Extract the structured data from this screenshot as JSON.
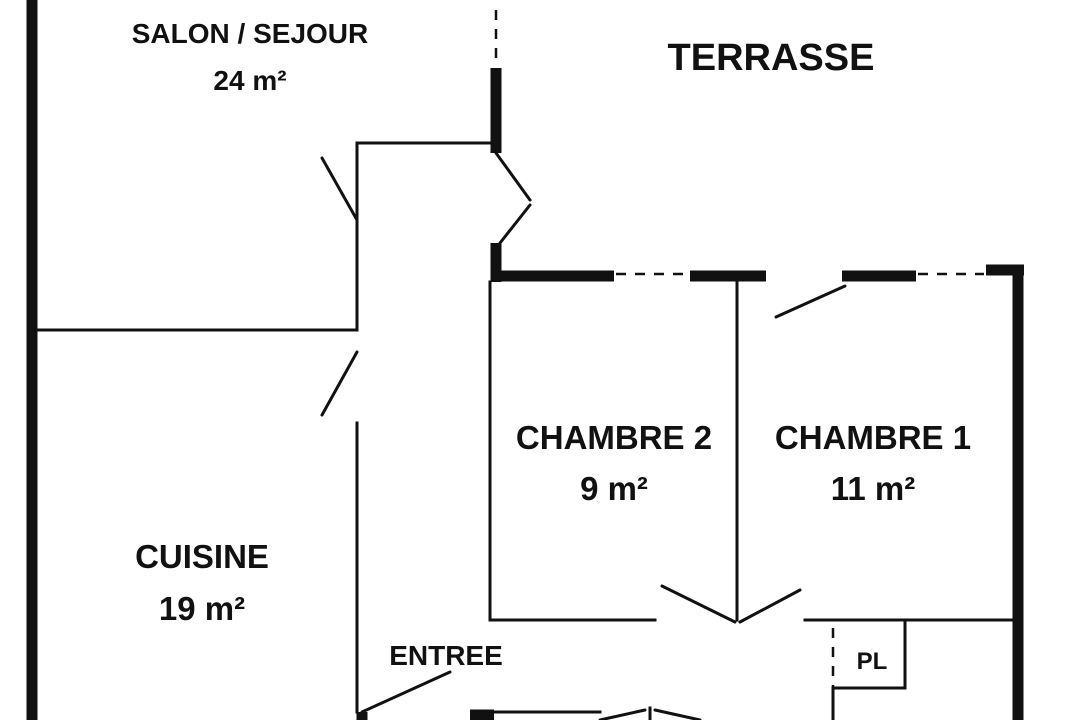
{
  "rooms": {
    "salon": {
      "name": "SALON / SEJOUR",
      "area": "24 m²"
    },
    "terrasse": {
      "name": "TERRASSE"
    },
    "chambre2": {
      "name": "CHAMBRE 2",
      "area": "9 m²"
    },
    "chambre1": {
      "name": "CHAMBRE 1",
      "area": "11 m²"
    },
    "cuisine": {
      "name": "CUISINE",
      "area": "19 m²"
    },
    "entree": {
      "name": "ENTREE"
    },
    "placard": {
      "name": "PL"
    }
  },
  "colors": {
    "wall": "#111111",
    "background": "#ffffff"
  }
}
